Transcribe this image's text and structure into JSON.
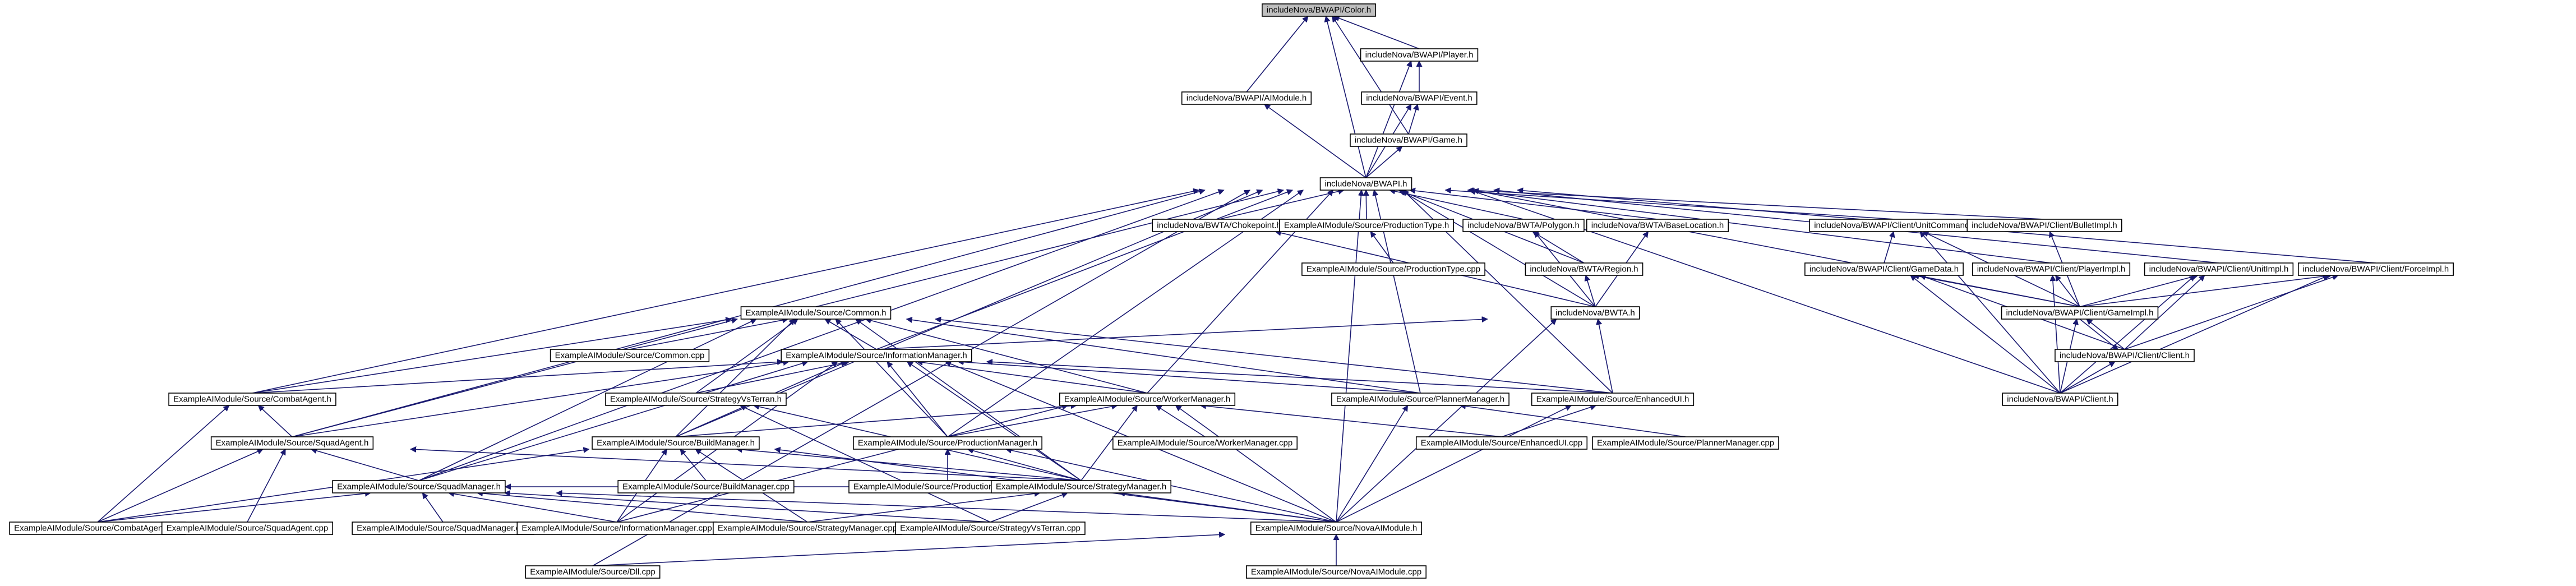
{
  "diagram": {
    "type": "include-dependency-graph",
    "colors": {
      "edge": "#191970",
      "root_fill": "#bfbfbf",
      "node_fill": "#ffffff",
      "node_border": "#000000"
    },
    "nodes": [
      {
        "id": "color",
        "label": "includeNova/BWAPI/Color.h",
        "root": true
      },
      {
        "id": "player",
        "label": "includeNova/BWAPI/Player.h"
      },
      {
        "id": "aimodule",
        "label": "includeNova/BWAPI/AIModule.h"
      },
      {
        "id": "event",
        "label": "includeNova/BWAPI/Event.h"
      },
      {
        "id": "game",
        "label": "includeNova/BWAPI/Game.h"
      },
      {
        "id": "bwapi",
        "label": "includeNova/BWAPI.h"
      },
      {
        "id": "chokepoint",
        "label": "includeNova/BWTA/Chokepoint.h"
      },
      {
        "id": "prodtype",
        "label": "ExampleAIModule/Source/ProductionType.h"
      },
      {
        "id": "prodtypecpp",
        "label": "ExampleAIModule/Source/ProductionType.cpp"
      },
      {
        "id": "polygon",
        "label": "includeNova/BWTA/Polygon.h"
      },
      {
        "id": "region",
        "label": "includeNova/BWTA/Region.h"
      },
      {
        "id": "baseloc",
        "label": "includeNova/BWTA/BaseLocation.h"
      },
      {
        "id": "bwta",
        "label": "includeNova/BWTA.h"
      },
      {
        "id": "unitcmd",
        "label": "includeNova/BWAPI/Client/UnitCommand.h"
      },
      {
        "id": "bulletimpl",
        "label": "includeNova/BWAPI/Client/BulletImpl.h"
      },
      {
        "id": "gamedata",
        "label": "includeNova/BWAPI/Client/GameData.h"
      },
      {
        "id": "playerimpl",
        "label": "includeNova/BWAPI/Client/PlayerImpl.h"
      },
      {
        "id": "unitimpl",
        "label": "includeNova/BWAPI/Client/UnitImpl.h"
      },
      {
        "id": "forceimpl",
        "label": "includeNova/BWAPI/Client/ForceImpl.h"
      },
      {
        "id": "gameimpl",
        "label": "includeNova/BWAPI/Client/GameImpl.h"
      },
      {
        "id": "clientclient",
        "label": "includeNova/BWAPI/Client/Client.h"
      },
      {
        "id": "bwapiclient",
        "label": "includeNova/BWAPI/Client.h"
      },
      {
        "id": "common",
        "label": "ExampleAIModule/Source/Common.h"
      },
      {
        "id": "commoncpp",
        "label": "ExampleAIModule/Source/Common.cpp"
      },
      {
        "id": "infomgr",
        "label": "ExampleAIModule/Source/InformationManager.h"
      },
      {
        "id": "combatagent",
        "label": "ExampleAIModule/Source/CombatAgent.h"
      },
      {
        "id": "squadagent",
        "label": "ExampleAIModule/Source/SquadAgent.h"
      },
      {
        "id": "strategyvst",
        "label": "ExampleAIModule/Source/StrategyVsTerran.h"
      },
      {
        "id": "buildmgr",
        "label": "ExampleAIModule/Source/BuildManager.h"
      },
      {
        "id": "workermgr",
        "label": "ExampleAIModule/Source/WorkerManager.h"
      },
      {
        "id": "prodmgr",
        "label": "ExampleAIModule/Source/ProductionManager.h"
      },
      {
        "id": "plannermgr",
        "label": "ExampleAIModule/Source/PlannerManager.h"
      },
      {
        "id": "enhancedui",
        "label": "ExampleAIModule/Source/EnhancedUI.h"
      },
      {
        "id": "squadmgr",
        "label": "ExampleAIModule/Source/SquadManager.h"
      },
      {
        "id": "buildmgrcpp",
        "label": "ExampleAIModule/Source/BuildManager.cpp"
      },
      {
        "id": "workermgrcpp",
        "label": "ExampleAIModule/Source/WorkerManager.cpp"
      },
      {
        "id": "enhanceduicpp",
        "label": "ExampleAIModule/Source/EnhancedUI.cpp"
      },
      {
        "id": "plannermgrcpp",
        "label": "ExampleAIModule/Source/PlannerManager.cpp"
      },
      {
        "id": "prodmgrcpp",
        "label": "ExampleAIModule/Source/ProductionManager.cpp"
      },
      {
        "id": "strategymgr",
        "label": "ExampleAIModule/Source/StrategyManager.h"
      },
      {
        "id": "combatagentcpp",
        "label": "ExampleAIModule/Source/CombatAgent.cpp"
      },
      {
        "id": "squadagentcpp",
        "label": "ExampleAIModule/Source/SquadAgent.cpp"
      },
      {
        "id": "squadmgrcpp",
        "label": "ExampleAIModule/Source/SquadManager.cpp"
      },
      {
        "id": "infomgrcpp",
        "label": "ExampleAIModule/Source/InformationManager.cpp"
      },
      {
        "id": "strategymgrcpp",
        "label": "ExampleAIModule/Source/StrategyManager.cpp"
      },
      {
        "id": "strategyvstcpp",
        "label": "ExampleAIModule/Source/StrategyVsTerran.cpp"
      },
      {
        "id": "novaai",
        "label": "ExampleAIModule/Source/NovaAIModule.h"
      },
      {
        "id": "dllcpp",
        "label": "ExampleAIModule/Source/Dll.cpp"
      },
      {
        "id": "novaaicpp",
        "label": "ExampleAIModule/Source/NovaAIModule.cpp"
      }
    ],
    "edges": [
      [
        "player",
        "color"
      ],
      [
        "aimodule",
        "color"
      ],
      [
        "game",
        "color"
      ],
      [
        "bwapi",
        "color"
      ],
      [
        "event",
        "player"
      ],
      [
        "bwapi",
        "player"
      ],
      [
        "game",
        "event"
      ],
      [
        "bwapi",
        "event"
      ],
      [
        "bwapi",
        "game"
      ],
      [
        "bwapi",
        "aimodule"
      ],
      [
        "chokepoint",
        "bwapi"
      ],
      [
        "prodtype",
        "bwapi"
      ],
      [
        "polygon",
        "bwapi"
      ],
      [
        "region",
        "bwapi"
      ],
      [
        "baseloc",
        "bwapi"
      ],
      [
        "bwta",
        "bwapi"
      ],
      [
        "unitcmd",
        "bwapi"
      ],
      [
        "bulletimpl",
        "bwapi"
      ],
      [
        "playerimpl",
        "bwapi"
      ],
      [
        "unitimpl",
        "bwapi"
      ],
      [
        "forceimpl",
        "bwapi"
      ],
      [
        "gameimpl",
        "bwapi"
      ],
      [
        "common",
        "bwapi"
      ],
      [
        "infomgr",
        "bwapi"
      ],
      [
        "combatagent",
        "bwapi"
      ],
      [
        "squadagent",
        "bwapi"
      ],
      [
        "squadmgr",
        "bwapi"
      ],
      [
        "buildmgr",
        "bwapi"
      ],
      [
        "workermgr",
        "bwapi"
      ],
      [
        "prodmgr",
        "bwapi"
      ],
      [
        "plannermgr",
        "bwapi"
      ],
      [
        "enhancedui",
        "bwapi"
      ],
      [
        "novaai",
        "bwapi"
      ],
      [
        "dllcpp",
        "bwapi"
      ],
      [
        "bwapiclient",
        "bwapi"
      ],
      [
        "prodtypecpp",
        "prodtype"
      ],
      [
        "region",
        "polygon"
      ],
      [
        "bwta",
        "polygon"
      ],
      [
        "bwta",
        "region"
      ],
      [
        "bwta",
        "chokepoint"
      ],
      [
        "bwta",
        "baseloc"
      ],
      [
        "gamedata",
        "unitcmd"
      ],
      [
        "gameimpl",
        "unitcmd"
      ],
      [
        "bwapiclient",
        "unitcmd"
      ],
      [
        "gameimpl",
        "bulletimpl"
      ],
      [
        "gameimpl",
        "gamedata"
      ],
      [
        "clientclient",
        "gamedata"
      ],
      [
        "bwapiclient",
        "gamedata"
      ],
      [
        "gameimpl",
        "playerimpl"
      ],
      [
        "bwapiclient",
        "playerimpl"
      ],
      [
        "gameimpl",
        "unitimpl"
      ],
      [
        "clientclient",
        "unitimpl"
      ],
      [
        "bwapiclient",
        "unitimpl"
      ],
      [
        "gameimpl",
        "forceimpl"
      ],
      [
        "clientclient",
        "forceimpl"
      ],
      [
        "bwapiclient",
        "forceimpl"
      ],
      [
        "clientclient",
        "gameimpl"
      ],
      [
        "gameimpl",
        "clientclient"
      ],
      [
        "bwapiclient",
        "gameimpl"
      ],
      [
        "bwapiclient",
        "clientclient"
      ],
      [
        "commoncpp",
        "common"
      ],
      [
        "infomgr",
        "common"
      ],
      [
        "combatagent",
        "common"
      ],
      [
        "squadagent",
        "common"
      ],
      [
        "strategyvst",
        "common"
      ],
      [
        "buildmgr",
        "common"
      ],
      [
        "workermgr",
        "common"
      ],
      [
        "prodmgr",
        "common"
      ],
      [
        "plannermgr",
        "common"
      ],
      [
        "enhancedui",
        "common"
      ],
      [
        "squadmgr",
        "common"
      ],
      [
        "strategymgr",
        "common"
      ],
      [
        "infomgr",
        "bwta"
      ],
      [
        "enhancedui",
        "bwta"
      ],
      [
        "novaai",
        "bwta"
      ],
      [
        "combatagent",
        "infomgr"
      ],
      [
        "squadagent",
        "infomgr"
      ],
      [
        "strategyvst",
        "infomgr"
      ],
      [
        "buildmgr",
        "infomgr"
      ],
      [
        "workermgr",
        "infomgr"
      ],
      [
        "prodmgr",
        "infomgr"
      ],
      [
        "plannermgr",
        "infomgr"
      ],
      [
        "enhancedui",
        "infomgr"
      ],
      [
        "squadmgr",
        "infomgr"
      ],
      [
        "strategymgr",
        "infomgr"
      ],
      [
        "infomgrcpp",
        "infomgr"
      ],
      [
        "novaai",
        "infomgr"
      ],
      [
        "squadagent",
        "combatagent"
      ],
      [
        "combatagentcpp",
        "combatagent"
      ],
      [
        "squadmgr",
        "squadagent"
      ],
      [
        "combatagentcpp",
        "squadagent"
      ],
      [
        "squadagentcpp",
        "squadagent"
      ],
      [
        "strategymgr",
        "squadagent"
      ],
      [
        "strategymgr",
        "strategyvst"
      ],
      [
        "strategyvstcpp",
        "strategyvst"
      ],
      [
        "buildmgrcpp",
        "buildmgr"
      ],
      [
        "strategymgr",
        "buildmgr"
      ],
      [
        "novaai",
        "buildmgr"
      ],
      [
        "combatagentcpp",
        "buildmgr"
      ],
      [
        "infomgrcpp",
        "buildmgr"
      ],
      [
        "strategymgrcpp",
        "buildmgr"
      ],
      [
        "buildmgr",
        "workermgr"
      ],
      [
        "prodmgr",
        "workermgr"
      ],
      [
        "workermgrcpp",
        "workermgr"
      ],
      [
        "enhanceduicpp",
        "workermgr"
      ],
      [
        "strategymgr",
        "workermgr"
      ],
      [
        "novaai",
        "workermgr"
      ],
      [
        "infomgrcpp",
        "workermgr"
      ],
      [
        "prodmgrcpp",
        "prodmgr"
      ],
      [
        "strategymgr",
        "prodmgr"
      ],
      [
        "novaai",
        "prodmgr"
      ],
      [
        "plannermgrcpp",
        "plannermgr"
      ],
      [
        "novaai",
        "plannermgr"
      ],
      [
        "enhanceduicpp",
        "enhancedui"
      ],
      [
        "novaai",
        "enhancedui"
      ],
      [
        "squadmgrcpp",
        "squadmgr"
      ],
      [
        "strategymgr",
        "squadmgr"
      ],
      [
        "novaai",
        "squadmgr"
      ],
      [
        "combatagentcpp",
        "squadmgr"
      ],
      [
        "infomgrcpp",
        "squadmgr"
      ],
      [
        "strategymgrcpp",
        "squadmgr"
      ],
      [
        "strategyvstcpp",
        "squadmgr"
      ],
      [
        "strategymgrcpp",
        "strategymgr"
      ],
      [
        "strategyvstcpp",
        "strategymgr"
      ],
      [
        "novaai",
        "strategymgr"
      ],
      [
        "dllcpp",
        "novaai"
      ],
      [
        "novaaicpp",
        "novaai"
      ]
    ]
  }
}
